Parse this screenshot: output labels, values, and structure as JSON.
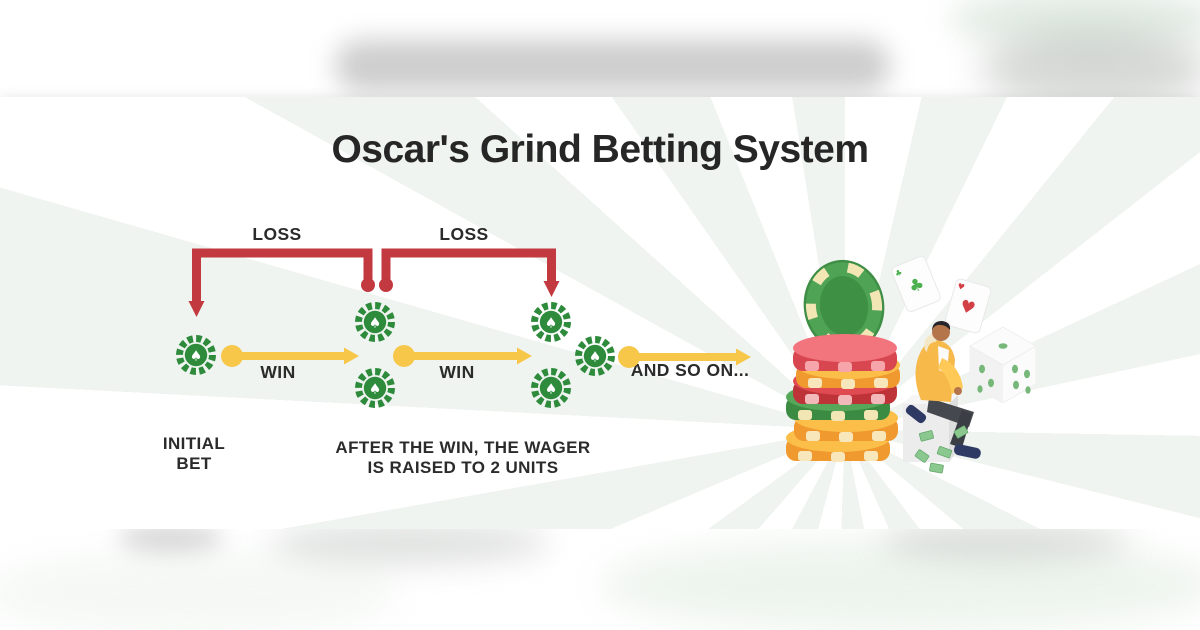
{
  "header": {
    "title": "Oscar's Grind Betting System"
  },
  "diagram": {
    "loss_labels": [
      "LOSS",
      "LOSS"
    ],
    "win_labels": [
      "WIN",
      "WIN"
    ],
    "and_so_on_label": "AND SO ON...",
    "initial_bet_line1": "INITIAL",
    "initial_bet_line2": "BET",
    "caption_line1": "AFTER THE WIN, THE WAGER",
    "caption_line2": "IS RAISED TO 2 UNITS",
    "stage_chip_counts": [
      1,
      2,
      3
    ],
    "chip_suit_glyph": "♠"
  },
  "illustration": {
    "icons": [
      "poker-chip-stack",
      "playing-card-club",
      "playing-card-heart",
      "dice",
      "person-sitting",
      "money-bills"
    ],
    "card_suits": {
      "club": "♣",
      "heart": "♥"
    }
  },
  "colors": {
    "loss_red": "#C2393F",
    "win_yellow": "#F7C74A",
    "chip_green": "#2E8B3C",
    "text_dark": "#2B2B2B",
    "ray_green": "#EDF3EE"
  }
}
